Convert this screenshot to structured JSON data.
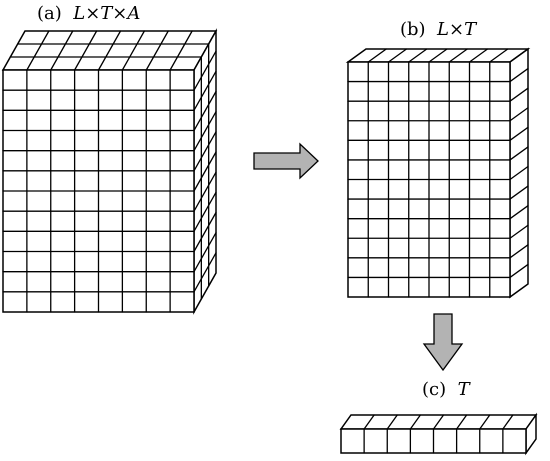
{
  "figure": {
    "panels": [
      {
        "id": "a",
        "tag": "(a)",
        "dims": "L×T×A"
      },
      {
        "id": "b",
        "tag": "(b)",
        "dims": "L×T"
      },
      {
        "id": "c",
        "tag": "(c)",
        "dims": "T"
      }
    ],
    "grid": {
      "cube_columns": 8,
      "cube_rows": 12,
      "cube_depth": 3,
      "strip_cells": 8
    },
    "colors": {
      "stroke": "#000000",
      "face": "#ffffff",
      "arrow_fill": "#b3b3b3"
    }
  }
}
